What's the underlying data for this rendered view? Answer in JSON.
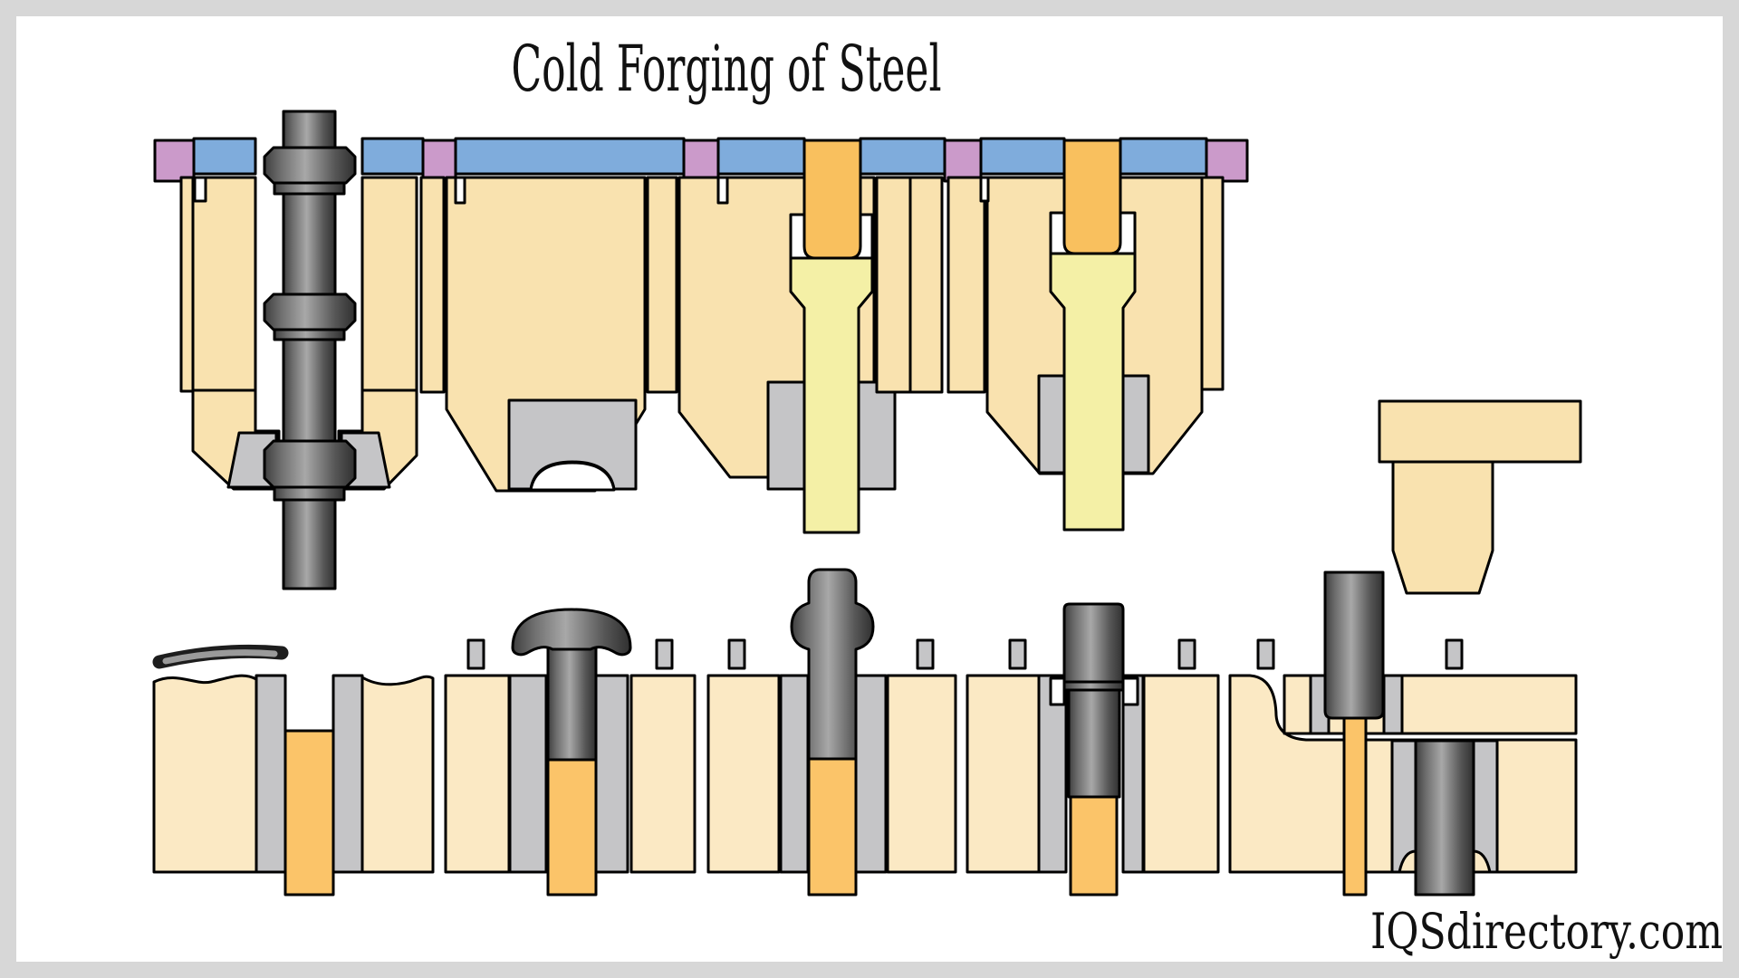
{
  "title": "Cold Forging of Steel",
  "watermark": "IQSdirectory.com",
  "colors": {
    "frame": "#D7D7D7",
    "canvas": "#FFFFFF",
    "outline": "#000000",
    "text": "#111111",
    "blue": "#7FACDC",
    "pink": "#CB9ACA",
    "cream_upper": "#F9E2AF",
    "cream_lower": "#FBE9C4",
    "pale_yellow": "#F4F0A6",
    "orange": "#F9C05E",
    "orange_deep": "#FBC469",
    "gray": "#C5C5C7",
    "metal_edge": "#3F3F3F",
    "metal_soft": "#6E6E6E",
    "metal_mid": "#A8A8A8",
    "metal_shadow": "#565656",
    "metal_dark": "#303030"
  },
  "diagram": {
    "upper_station_count": 4,
    "lower_station_count": 5
  }
}
